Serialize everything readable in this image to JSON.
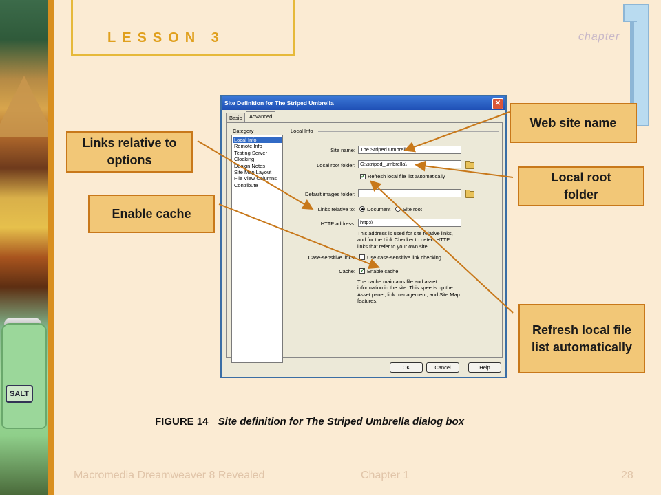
{
  "slide": {
    "lesson": "LESSON 3",
    "chapter_word": "chapter"
  },
  "dialog": {
    "title": "Site Definition for The Striped Umbrella",
    "close_glyph": "✕",
    "tabs": [
      {
        "label": "Basic",
        "active": false
      },
      {
        "label": "Advanced",
        "active": true
      }
    ],
    "category_label": "Category",
    "categories": [
      {
        "label": "Local Info",
        "selected": true
      },
      {
        "label": "Remote Info",
        "selected": false
      },
      {
        "label": "Testing Server",
        "selected": false
      },
      {
        "label": "Cloaking",
        "selected": false
      },
      {
        "label": "Design Notes",
        "selected": false
      },
      {
        "label": "Site Map Layout",
        "selected": false
      },
      {
        "label": "File View Columns",
        "selected": false
      },
      {
        "label": "Contribute",
        "selected": false
      }
    ],
    "section_title": "Local Info",
    "site_name_label": "Site name:",
    "site_name_value": "The Striped Umbrella",
    "local_root_label": "Local root folder:",
    "local_root_value": "G:\\striped_umbrella\\",
    "refresh_label": "Refresh local file list automatically",
    "refresh_checked": true,
    "default_images_label": "Default images folder:",
    "default_images_value": "",
    "links_relative_label": "Links relative to:",
    "links_option_document": "Document",
    "links_option_site_root": "Site root",
    "links_selected": "Document",
    "http_label": "HTTP address:",
    "http_value": "http://",
    "http_note": "This address is used for site relative links, and for the Link Checker to detect HTTP links that refer to your own site",
    "case_label": "Case-sensitive links:",
    "case_checkbox_label": "Use case-sensitive link checking",
    "case_checked": false,
    "cache_label": "Cache:",
    "cache_checkbox_label": "Enable cache",
    "cache_checked": true,
    "cache_note": "The cache maintains file and asset information in the site. This speeds up the Asset panel, link management, and Site Map features.",
    "buttons": {
      "ok": "OK",
      "cancel": "Cancel",
      "help": "Help"
    }
  },
  "callouts": {
    "web_site_name": "Web site name",
    "links_relative": "Links relative to options",
    "local_root": "Local root folder",
    "enable_cache": "Enable cache",
    "refresh": "Refresh local file list automatically"
  },
  "caption": {
    "figure": "FIGURE 14",
    "description": "Site definition for The Striped Umbrella dialog box"
  },
  "footer": {
    "left": "Macromedia Dreamweaver 8 Revealed",
    "center": "Chapter 1",
    "right": "28"
  },
  "colors": {
    "background": "#fbebd3",
    "accent_orange": "#d98f1e",
    "callout_fill": "#f2c777",
    "arrow": "#c8781a",
    "dialog_title": "#1f4fb5"
  }
}
